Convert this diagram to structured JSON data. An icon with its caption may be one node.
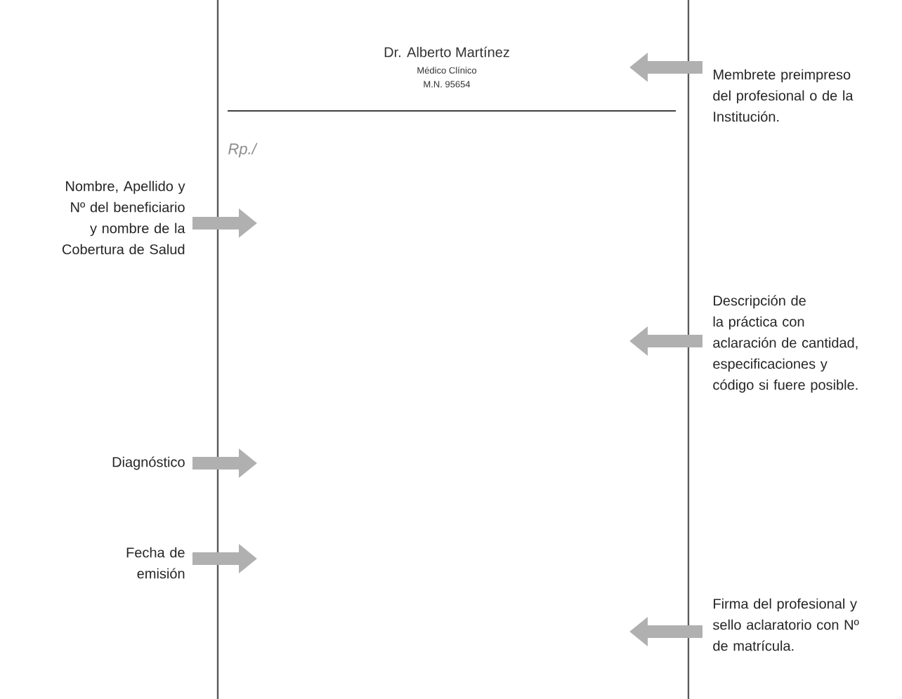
{
  "diagram": {
    "nodes": [
      {
        "text": [
          "Membrete preimpreso del profesional o de la Institución."
        ]
      },
      {
        "text": [
          "Nombre, Apellido y Nº del beneficiario y nombre de la Cobertura de Salud"
        ]
      },
      {
        "text": [
          "Descripción de la práctica con aclaración de cantidad, especificaciones y código si fuere posible."
        ]
      },
      {
        "text": [
          "Diagnóstico"
        ]
      },
      {
        "text": [
          "Fecha de emisión"
        ]
      },
      {
        "text": [
          "Firma del profesional y sello aclaratorio con Nº de matrícula."
        ]
      }
    ],
    "edges": [
      {
        "from": 0,
        "to": null,
        "arrow": "to"
      },
      {
        "from": 1,
        "to": null,
        "arrow": "to"
      },
      {
        "from": 2,
        "to": null,
        "arrow": "to"
      },
      {
        "from": 3,
        "to": null,
        "arrow": "to"
      },
      {
        "from": 4,
        "to": null,
        "arrow": "to"
      },
      {
        "from": 5,
        "to": null,
        "arrow": "to"
      }
    ],
    "labels": [
      "Dr. Alberto Martínez",
      "Médico Clínico",
      "M.N. 95654",
      "Rp./"
    ]
  }
}
